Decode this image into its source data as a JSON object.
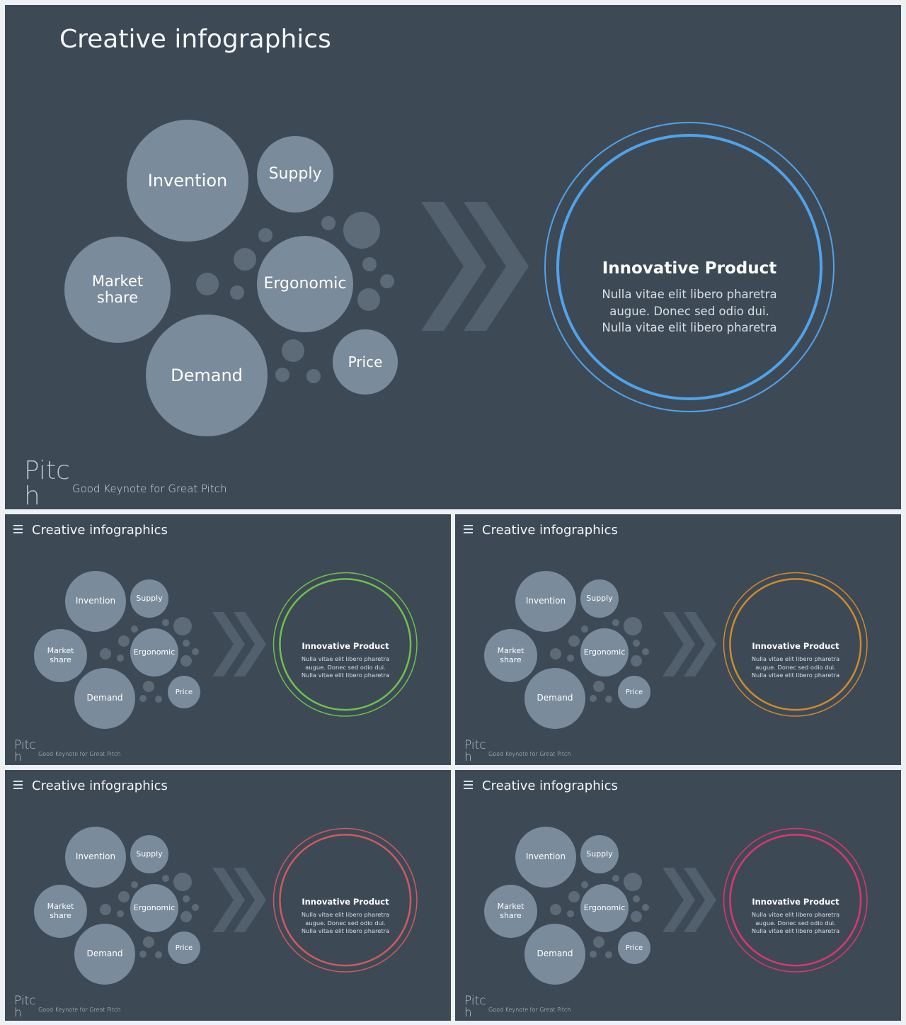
{
  "slide_title": "Creative infographics",
  "brand": {
    "logo": "Pitch",
    "tagline": "Good Keynote for Great Pitch"
  },
  "bubbles": {
    "invention": "Invention",
    "supply": "Supply",
    "market": "Market share",
    "ergonomic": "Ergonomic",
    "demand": "Demand",
    "price": "Price"
  },
  "product": {
    "title": "Innovative Product",
    "body": "Nulla vitae elit libero pharetra augue. Donec sed odio dui. Nulla vitae elit libero pharetra"
  },
  "accent_colors": {
    "main": "#4fa3ec",
    "thumb1": "#6fc14e",
    "thumb2": "#d18a2c",
    "thumb3": "#d05a5e",
    "thumb4": "#e0356f"
  },
  "colors": {
    "background": "#3d4a56",
    "bubble": "#7a8b9b",
    "dot": "#5d6b79",
    "arrow": "#52606d"
  }
}
